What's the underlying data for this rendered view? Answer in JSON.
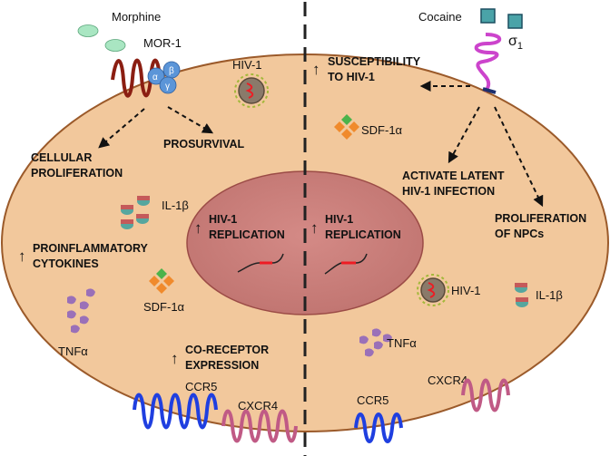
{
  "colors": {
    "cell_fill": "#f2c89c",
    "cell_stroke": "#9b5a2a",
    "nucleus_fill": "#c77d79",
    "nucleus_stroke": "#9b4b46",
    "mor_receptor": "#8b1e12",
    "g_protein": "#5b95d8",
    "ccr5": "#1f3fe0",
    "cxcr4": "#c05a85",
    "sigma1": "#cc44cc",
    "cocaine": "#4aa3a8",
    "morphine": "#a9e6c2",
    "chemokine_orange": "#f08a2c",
    "chemokine_green": "#4bb34b",
    "cytokine_purple": "#9a70b8",
    "il1b_red": "#c55a5a",
    "il1b_teal": "#56a69e",
    "rna_red": "#ee1c24"
  },
  "labels": {
    "morphine": "Morphine",
    "mor1": "MOR-1",
    "g_alpha": "α",
    "g_beta": "β",
    "g_gamma": "γ",
    "hiv1": "HIV-1",
    "cocaine": "Cocaine",
    "sigma_base": "σ",
    "sigma_sub": "1",
    "cellular_proliferation": [
      "CELLULAR",
      "PROLIFERATION"
    ],
    "prosurvival": "PROSURVIVAL",
    "proinflammatory": [
      "PROINFLAMMATORY",
      "CYTOKINES"
    ],
    "il1b": "IL-1β",
    "sdf1a": "SDF-1α",
    "tnfa": "TNFα",
    "coreceptor": [
      "CO-RECEPTOR",
      "EXPRESSION"
    ],
    "ccr5": "CCR5",
    "cxcr4": "CXCR4",
    "hiv_replication": [
      "HIV-1",
      "REPLICATION"
    ],
    "susceptibility": [
      "SUSCEPTIBILITY",
      "TO HIV-1"
    ],
    "activate_latent": [
      "ACTIVATE LATENT",
      "HIV-1 INFECTION"
    ],
    "proliferation_npcs": [
      "PROLIFERATION",
      "OF NPCs"
    ]
  }
}
